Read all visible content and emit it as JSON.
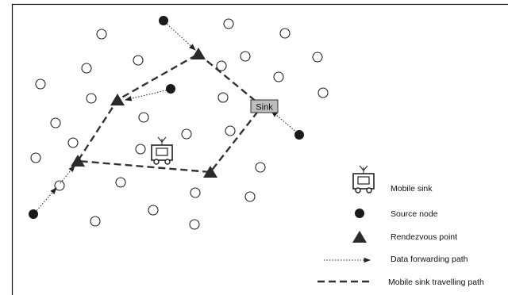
{
  "diagram": {
    "sink_label": "Sink",
    "legend": [
      {
        "icon": "mobile-sink-icon",
        "label": "Mobile sink"
      },
      {
        "icon": "source-node-icon",
        "label": "Source node"
      },
      {
        "icon": "rendezvous-point-icon",
        "label": "Rendezvous point"
      },
      {
        "icon": "data-forwarding-path-icon",
        "label": "Data forwarding path"
      },
      {
        "icon": "mobile-sink-travelling-path-icon",
        "label": "Mobile sink travelling path"
      }
    ]
  }
}
